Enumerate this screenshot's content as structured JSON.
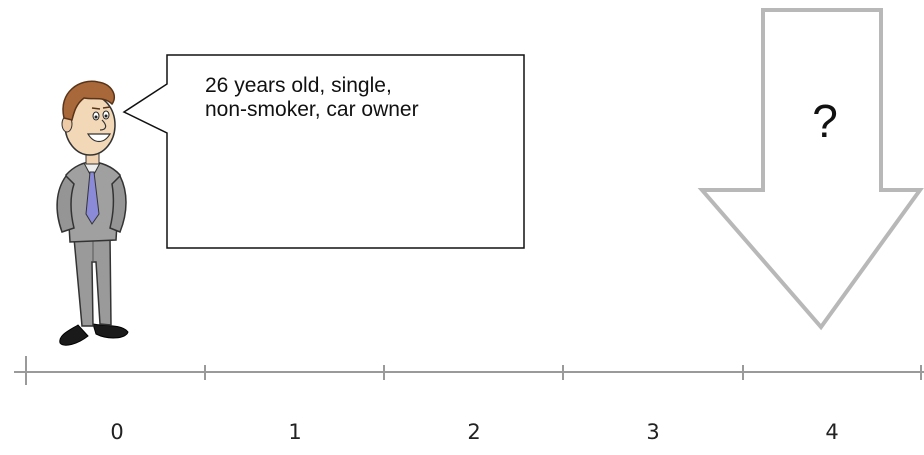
{
  "speech_bubble": {
    "lines": [
      "26 years old, single,",
      "non-smoker, car owner"
    ]
  },
  "arrow": {
    "label": "?",
    "points_to": "4",
    "color": "#b8b8b8"
  },
  "timeline": {
    "ticks": [
      "0",
      "1",
      "2",
      "3",
      "4"
    ],
    "color": "#9a9a9a"
  },
  "person": {
    "icon": "businessman-icon",
    "suit_color": "#9a9a9a",
    "tie_color": "#8a8ad8",
    "hair_color": "#a8683a"
  }
}
